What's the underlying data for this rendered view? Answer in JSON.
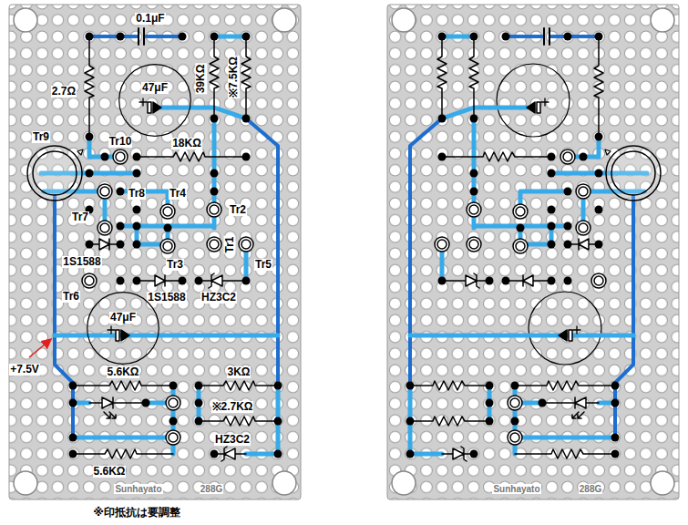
{
  "diagram": {
    "caption": "※印抵抗は要調整",
    "nodes": [
      {
        "text": [
          "47μF"
        ]
      },
      {
        "text": [
          "47μF"
        ]
      }
    ],
    "labels": [
      "0.1μF",
      "2.7Ω",
      "39KΩ",
      "※7.5KΩ",
      "Tr9",
      "Tr10",
      "18KΩ",
      "Tr8",
      "Tr4",
      "Tr2",
      "Tr7",
      "Tr1",
      "1S1588",
      "Tr3",
      "Tr5",
      "Tr6",
      "1S1588",
      "HZ3C2",
      "+7.5V",
      "5.6KΩ",
      "3KΩ",
      "※2.7KΩ",
      "HZ3C2",
      "5.6KΩ",
      "Sunhayato",
      "288G",
      "Sunhayato",
      "288G"
    ]
  }
}
